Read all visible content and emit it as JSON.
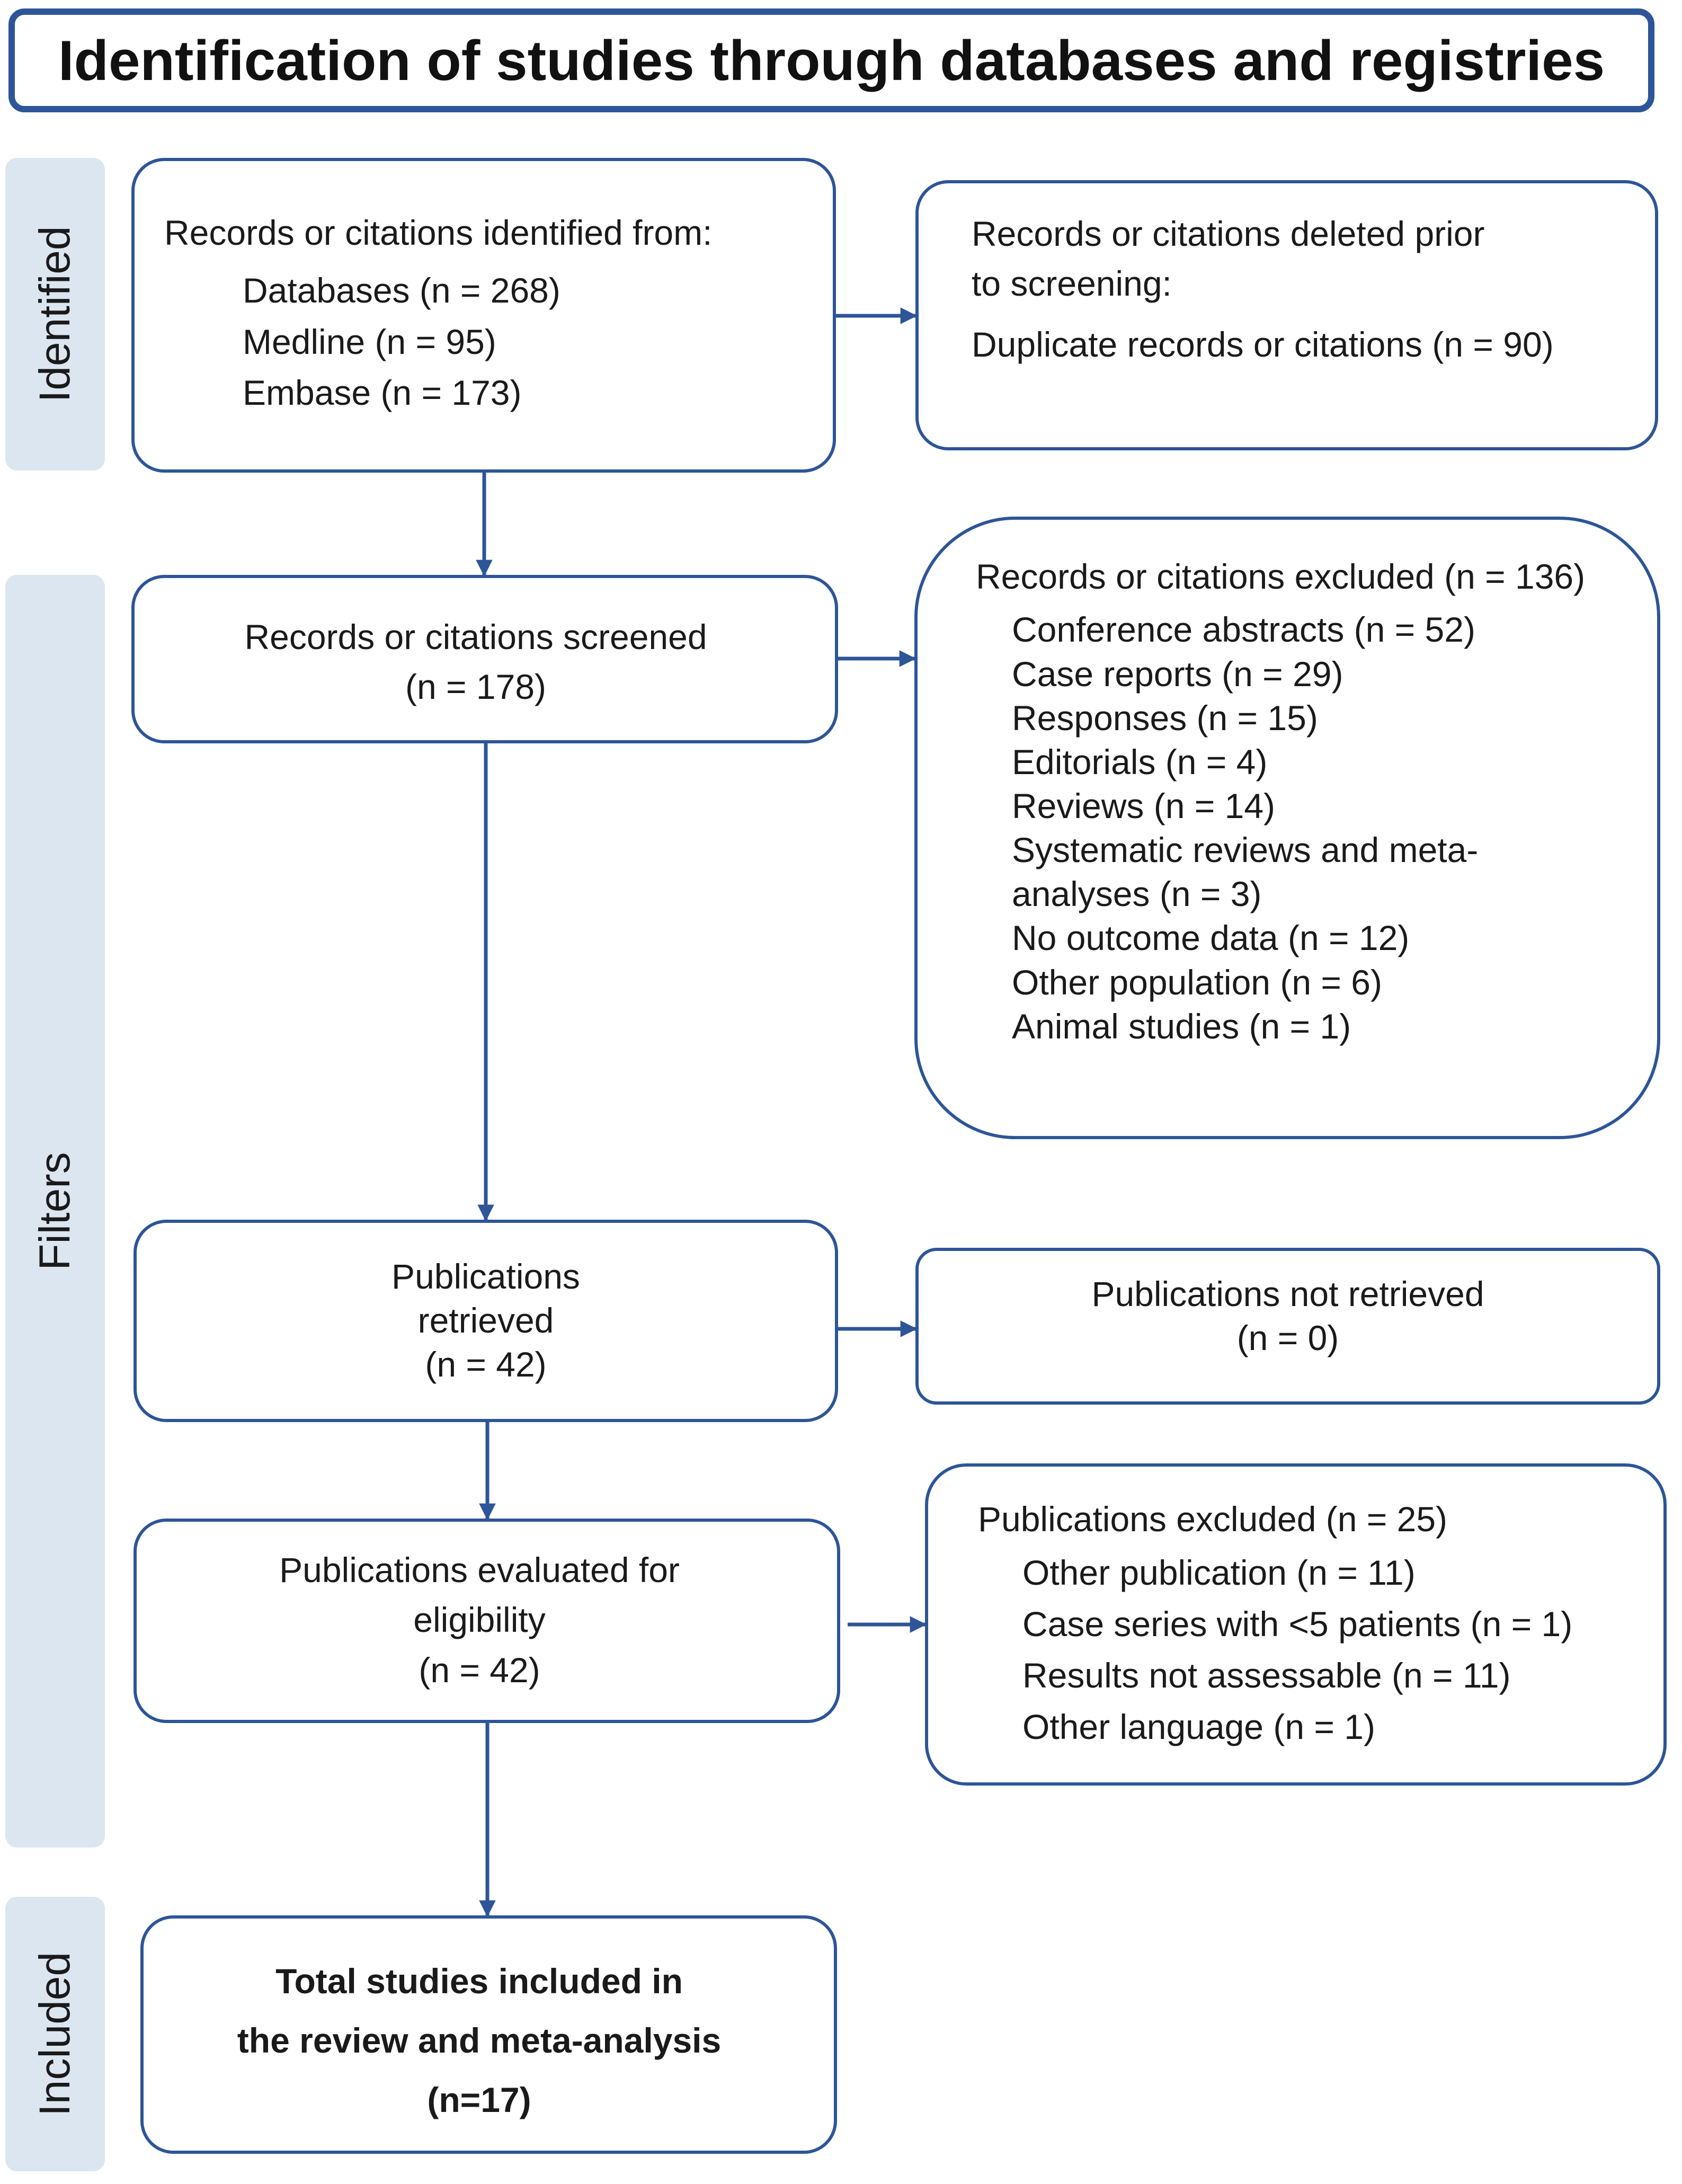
{
  "title": "Identification of studies through databases and registries",
  "phases": {
    "identified": "Identified",
    "filters": "Filters",
    "included": "Included"
  },
  "boxes": {
    "identified_records": {
      "heading": "Records or citations identified from:",
      "items": [
        "Databases (n = 268)",
        "Medline (n = 95)",
        "Embase (n = 173)"
      ]
    },
    "deleted_prior": {
      "lines": [
        "Records or citations deleted prior",
        "to screening:"
      ],
      "detail": "Duplicate records or citations (n = 90)"
    },
    "screened": {
      "lines": [
        "Records or citations screened",
        "(n = 178)"
      ]
    },
    "excluded_records": {
      "heading": "Records or citations excluded (n = 136)",
      "items": [
        "Conference abstracts (n = 52)",
        "Case reports (n = 29)",
        "Responses (n = 15)",
        "Editorials (n = 4)",
        "Reviews (n = 14)",
        "Systematic reviews and meta-",
        "analyses (n = 3)",
        "No outcome data (n = 12)",
        "Other population (n = 6)",
        "Animal studies (n = 1)"
      ]
    },
    "retrieved": {
      "lines": [
        "Publications",
        "retrieved",
        "(n = 42)"
      ]
    },
    "not_retrieved": {
      "lines": [
        "Publications not retrieved",
        "(n = 0)"
      ]
    },
    "evaluated": {
      "lines": [
        "Publications evaluated for",
        "eligibility",
        "(n = 42)"
      ]
    },
    "pub_excluded": {
      "heading": "Publications excluded (n = 25)",
      "items": [
        "Other publication (n = 11)",
        "Case series with <5 patients (n = 1)",
        "Results not assessable (n = 11)",
        "Other language (n = 1)"
      ]
    },
    "included": {
      "lines": [
        "Total studies included in",
        "the review and meta-analysis",
        "(n=17)"
      ]
    }
  },
  "colors": {
    "border": "#2d5597",
    "phase_fill": "#dce6f1"
  }
}
